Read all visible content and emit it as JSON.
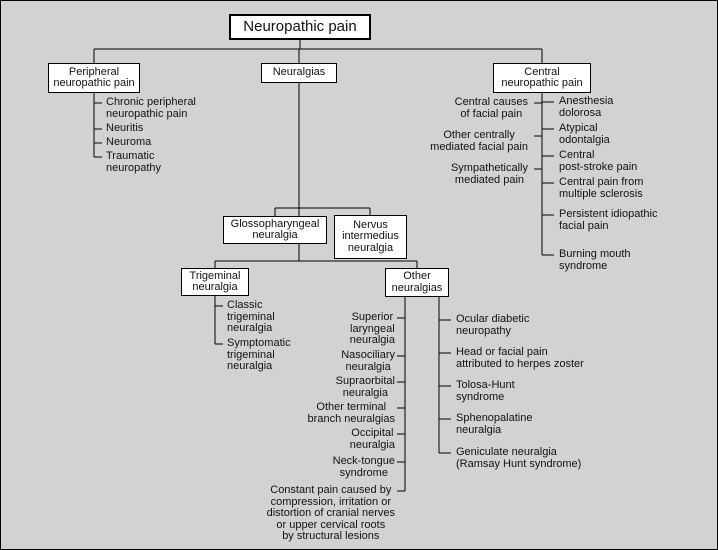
{
  "diagram": {
    "root_label": "Neuropathic pain",
    "peripheral": {
      "label": "Peripheral\nneuropathic pain",
      "items": [
        "Chronic peripheral\nneuropathic pain",
        "Neuritis",
        "Neuroma",
        "Traumatic\nneuropathy"
      ]
    },
    "neuralgias": {
      "label": "Neuralgias",
      "glossopharyngeal_label": "Glossopharyngeal\nneuralgia",
      "nervus_intermedius_label": "Nervus\nintermedius\nneuralgia",
      "trigeminal": {
        "label": "Trigeminal\nneuralgia",
        "items": [
          "Classic\ntrigeminal\nneuralgia",
          "Symptomatic\ntrigeminal\nneuralgia"
        ]
      },
      "other": {
        "label": "Other\nneuralgias",
        "left_items": [
          "Superior\nlaryngeal\nneuralgia",
          "Nasociliary\nneuralgia",
          "Supraorbital\nneuralgia",
          "Other terminal\nbranch neuralgias",
          "Occipital\nneuralgia",
          "Neck-tongue\nsyndrome",
          "Constant pain caused by\ncompression, irritation or\ndistortion of cranial nerves\nor upper cervical roots\nby structural lesions"
        ],
        "right_items": [
          "Ocular diabetic\nneuropathy",
          "Head or facial pain\nattributed to herpes zoster",
          "Tolosa-Hunt\nsyndrome",
          "Sphenopalatine\nneuralgia",
          "Geniculate neuralgia\n(Ramsay Hunt syndrome)"
        ]
      }
    },
    "central": {
      "label": "Central\nneuropathic pain",
      "left_items": [
        "Central causes\nof facial pain",
        "Other centrally\nmediated facial pain",
        "Sympathetically\nmediated pain"
      ],
      "right_items": [
        "Anesthesia\ndolorosa",
        "Atypical\nodontalgia",
        "Central\npost-stroke pain",
        "Central pain from\nmultiple sclerosis",
        "Persistent idiopathic\nfacial pain",
        "Burning mouth\nsyndrome"
      ]
    },
    "colors": {
      "background": "#d2d2d2",
      "box_fill": "#ffffff",
      "line": "#000000"
    }
  }
}
